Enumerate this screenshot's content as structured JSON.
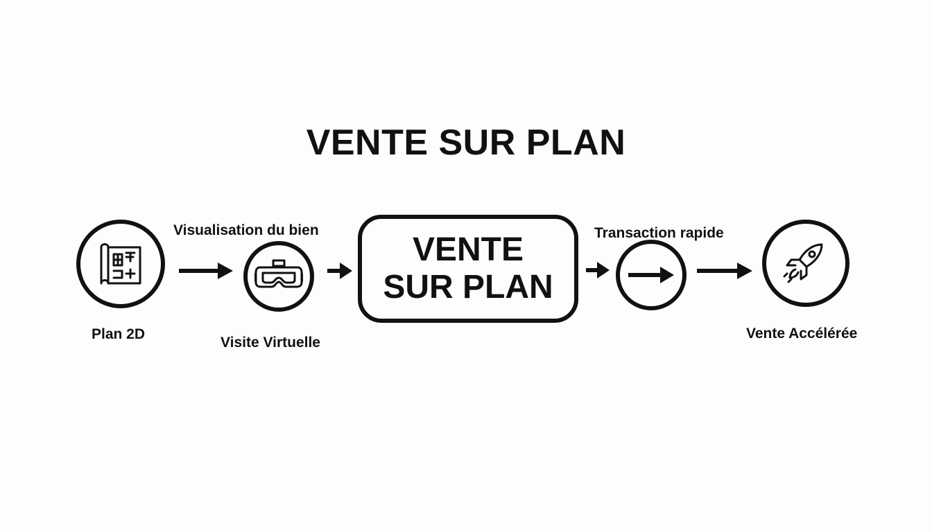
{
  "title": "VENTE SUR PLAN",
  "center": {
    "line1": "VENTE",
    "line2": "SUR PLAN"
  },
  "nodes": [
    {
      "label": "Plan 2D",
      "icon": "blueprint-icon"
    },
    {
      "label": "Visite Virtuelle",
      "icon": "vr-headset-icon"
    },
    {
      "label": "",
      "icon": "arrow-right-icon"
    },
    {
      "label": "Vente Accélérée",
      "icon": "rocket-icon"
    }
  ],
  "edge_labels": {
    "visualisation": "Visualisation du bien",
    "transaction": "Transaction rapide"
  },
  "colors": {
    "stroke": "#111111",
    "background": "#fdfdfd"
  }
}
